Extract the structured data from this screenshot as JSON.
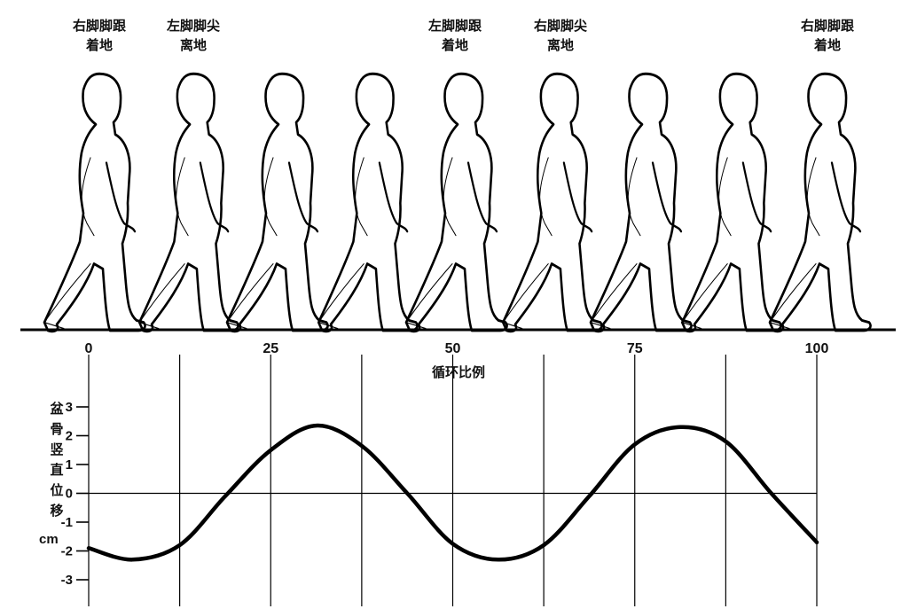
{
  "gait_events": [
    {
      "line1": "右脚脚跟",
      "line2": "着地"
    },
    {
      "line1": "左脚脚尖",
      "line2": "离地"
    },
    {
      "line1": "左脚脚跟",
      "line2": "着地"
    },
    {
      "line1": "右脚脚尖",
      "line2": "离地"
    },
    {
      "line1": "右脚脚跟",
      "line2": "着地"
    }
  ],
  "x_axis_label": "循环比例",
  "y_axis_label_chars": [
    "盆",
    "骨",
    "竖",
    "直",
    "位",
    "移"
  ],
  "y_axis_unit": "cm",
  "colors": {
    "ink": "#111111",
    "line": "#000000",
    "background": "#ffffff"
  },
  "chart_data": {
    "type": "line",
    "xlabel": "循环比例",
    "ylabel": "盆骨竖直位移 cm",
    "xlim": [
      0,
      100
    ],
    "ylim": [
      -3,
      3
    ],
    "x_ticks": [
      0,
      25,
      50,
      75,
      100
    ],
    "y_ticks": [
      3,
      2,
      1,
      0,
      -1,
      -2,
      -3
    ],
    "x_tick_labels": [
      "0",
      "25",
      "50",
      "75",
      "100"
    ],
    "y_tick_labels": [
      "3",
      "2",
      "1",
      "0",
      "-1",
      "-2",
      "-3"
    ],
    "grid_x": [
      0,
      12.5,
      25,
      37.5,
      50,
      62.5,
      75,
      87.5,
      100
    ],
    "grid": true,
    "series": [
      {
        "x": [
          0,
          6,
          12.5,
          18.75,
          25,
          31.25,
          37.5,
          43.75,
          50,
          56.25,
          62.5,
          68.75,
          75,
          81.25,
          87.5,
          93.75,
          100
        ],
        "y": [
          -1.9,
          -2.3,
          -1.8,
          -0.1,
          1.5,
          2.35,
          1.65,
          0.0,
          -1.75,
          -2.3,
          -1.8,
          -0.1,
          1.7,
          2.3,
          1.8,
          0.0,
          -1.7
        ]
      }
    ]
  }
}
